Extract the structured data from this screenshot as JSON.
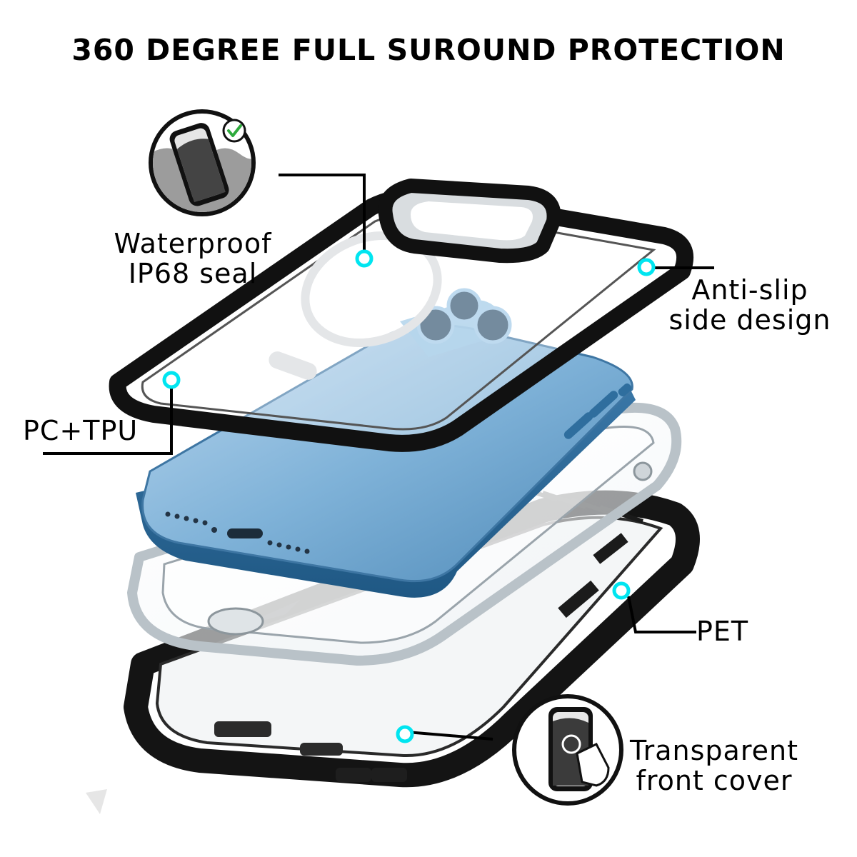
{
  "title": "360 DEGREE FULL SUROUND PROTECTION",
  "callouts": {
    "waterproof": {
      "line1": "Waterproof",
      "line2": "IP68 seal"
    },
    "anti_slip": {
      "line1": "Anti-slip",
      "line2": "side design"
    },
    "pc_tpu": {
      "line1": "PC+TPU"
    },
    "pet": {
      "line1": "PET"
    },
    "front_cover": {
      "line1": "Transparent",
      "line2": "front cover"
    }
  },
  "colors": {
    "marker": "#00e5f0",
    "phone_blue": "#6fa6cf",
    "frame_black": "#111111"
  }
}
